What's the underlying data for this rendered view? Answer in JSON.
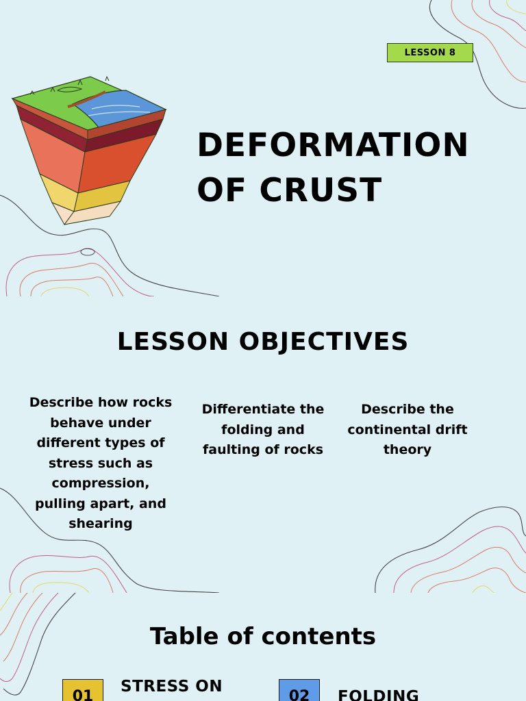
{
  "slide1": {
    "badge": "LESSON 8",
    "title_line1": "DEFORMATION",
    "title_line2": "OF CRUST"
  },
  "slide2": {
    "heading": "LESSON OBJECTIVES",
    "objectives": [
      "Describe how rocks behave under different types of stress such as compression, pulling apart, and shearing",
      "Differentiate the folding and faulting of rocks",
      "Describe the continental drift theory"
    ]
  },
  "slide3": {
    "heading": "Table of contents",
    "items": [
      {
        "number": "01",
        "label": "STRESS ON",
        "color": "#e4c230"
      },
      {
        "number": "02",
        "label": "FOLDING",
        "color": "#5f9be6"
      }
    ]
  },
  "colors": {
    "background": "#e0f1f5",
    "badge": "#a3d94a",
    "text": "#000000"
  }
}
